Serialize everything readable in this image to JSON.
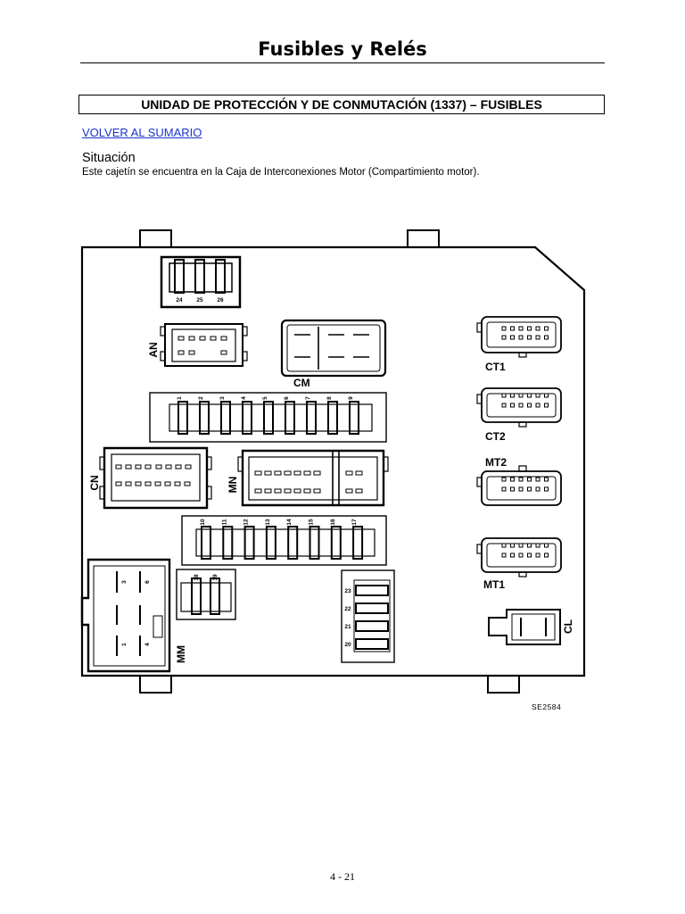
{
  "header": {
    "title": "Fusibles y Relés"
  },
  "section": {
    "heading": "UNIDAD DE PROTECCIÓN Y DE CONMUTACIÓN (1337) – FUSIBLES"
  },
  "nav": {
    "back_link": "VOLVER AL SUMARIO"
  },
  "situation": {
    "heading": "Situación",
    "text": "Este cajetín se encuentra en la Caja de Interconexiones Motor (Compartimiento motor)."
  },
  "diagram": {
    "reference": "SE2584",
    "connectors": {
      "an": "AN",
      "cm": "CM",
      "cn": "CN",
      "mn": "MN",
      "mm": "MM",
      "ct1": "CT1",
      "ct2": "CT2",
      "mt2": "MT2",
      "mt1": "MT1",
      "cl": "CL"
    },
    "fuse_row_top": [
      "1",
      "2",
      "3",
      "4",
      "5",
      "6",
      "7",
      "8",
      "9"
    ],
    "fuse_row_middle": [
      "10",
      "11",
      "12",
      "13",
      "14",
      "15",
      "16",
      "17"
    ],
    "fuse_group_top": [
      "24",
      "25",
      "26"
    ],
    "fuse_pair": [
      "18",
      "19"
    ],
    "fuse_stack": [
      "23",
      "22",
      "21",
      "20"
    ],
    "relay_mm_pins": [
      "3",
      "6",
      "1",
      "4"
    ]
  },
  "footer": {
    "page_number": "4 - 21"
  }
}
